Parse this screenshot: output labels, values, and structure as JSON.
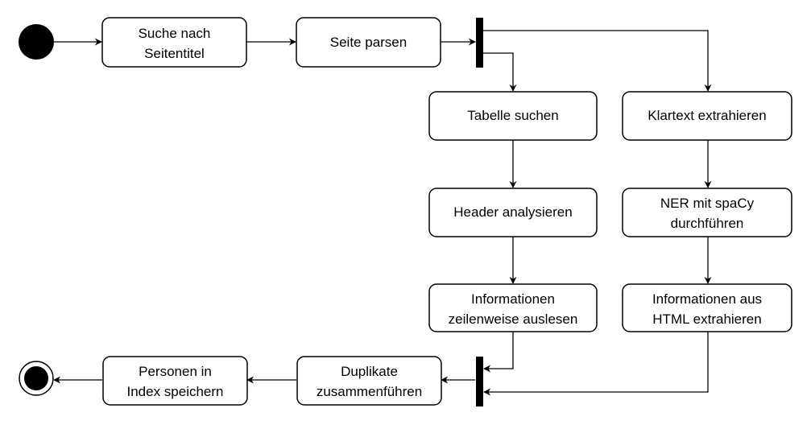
{
  "diagram": {
    "type": "uml-activity",
    "nodes": {
      "suche": [
        "Suche nach",
        "Seitentitel"
      ],
      "parsen": [
        "Seite parsen"
      ],
      "tabelle": [
        "Tabelle suchen"
      ],
      "header": [
        "Header analysieren"
      ],
      "zeilen": [
        "Informationen",
        "zeilenweise auslesen"
      ],
      "klartext": [
        "Klartext extrahieren"
      ],
      "ner": [
        "NER mit spaCy",
        "durchführen"
      ],
      "html": [
        "Informationen aus",
        "HTML extrahieren"
      ],
      "duplikate": [
        "Duplikate",
        "zusammenführen"
      ],
      "personen": [
        "Personen in",
        "Index speichern"
      ]
    },
    "flow": [
      [
        "start",
        "suche"
      ],
      [
        "suche",
        "parsen"
      ],
      [
        "parsen",
        "fork"
      ],
      [
        "fork",
        "tabelle"
      ],
      [
        "fork",
        "klartext"
      ],
      [
        "tabelle",
        "header"
      ],
      [
        "header",
        "zeilen"
      ],
      [
        "klartext",
        "ner"
      ],
      [
        "ner",
        "html"
      ],
      [
        "zeilen",
        "join"
      ],
      [
        "html",
        "join"
      ],
      [
        "join",
        "duplikate"
      ],
      [
        "duplikate",
        "personen"
      ],
      [
        "personen",
        "end"
      ]
    ]
  }
}
